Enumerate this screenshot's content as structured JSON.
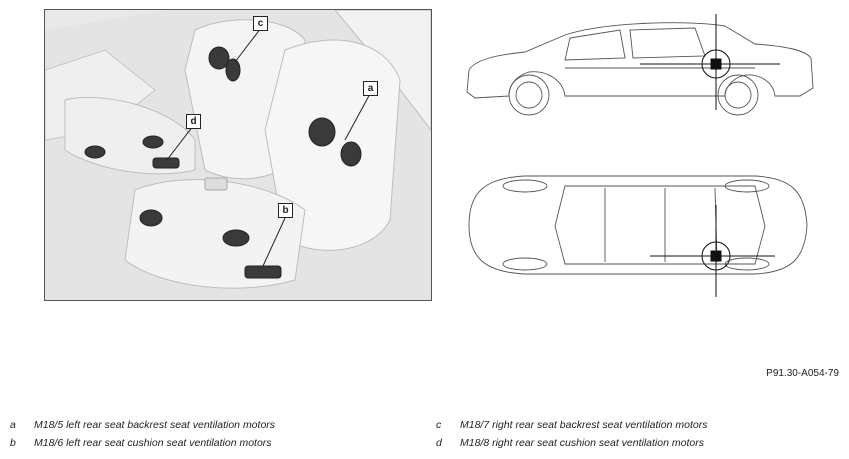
{
  "figure": {
    "code": "P91.30-A054-79",
    "callouts": [
      "a",
      "b",
      "c",
      "d"
    ]
  },
  "legend": [
    {
      "key": "a",
      "text": "M18/5 left rear seat backrest seat ventilation motors"
    },
    {
      "key": "b",
      "text": "M18/6 left rear seat cushion seat ventilation motors"
    },
    {
      "key": "c",
      "text": "M18/7 right rear seat backrest seat ventilation motors"
    },
    {
      "key": "d",
      "text": "M18/8 right rear seat cushion seat ventilation motors"
    }
  ]
}
